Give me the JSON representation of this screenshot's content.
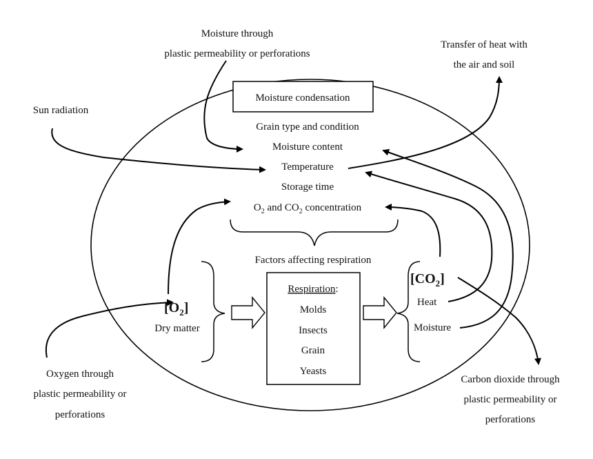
{
  "outer_labels": {
    "moisture_through": [
      "Moisture through",
      "plastic permeability or perforations"
    ],
    "transfer_heat": [
      "Transfer of heat with",
      "the air and soil"
    ],
    "sun_radiation": "Sun radiation",
    "oxygen_through": [
      "Oxygen through",
      "plastic permeability or",
      "perforations"
    ],
    "carbon_dioxide_through": [
      "Carbon dioxide through",
      "plastic permeability or",
      "perforations"
    ]
  },
  "center": {
    "box_title": "Moisture condensation",
    "factors": [
      "Grain type and condition",
      "Moisture content",
      "Temperature",
      "Storage time"
    ],
    "concentration": {
      "o": "O",
      "sub1": "2",
      "mid": " and CO",
      "sub2": "2",
      "end": " concentration"
    },
    "factors_label": "Factors affecting respiration"
  },
  "left_group": {
    "o2_open": "[O",
    "o2_sub": "2",
    "o2_close": "]",
    "dry_matter": "Dry matter"
  },
  "respiration": {
    "title": "Respiration",
    "colon": ":",
    "items": [
      "Molds",
      "Insects",
      "Grain",
      "Yeasts"
    ]
  },
  "right_group": {
    "co2_open": "[CO",
    "co2_sub": "2",
    "co2_close": "]",
    "heat": "Heat",
    "moisture": "Moisture"
  }
}
